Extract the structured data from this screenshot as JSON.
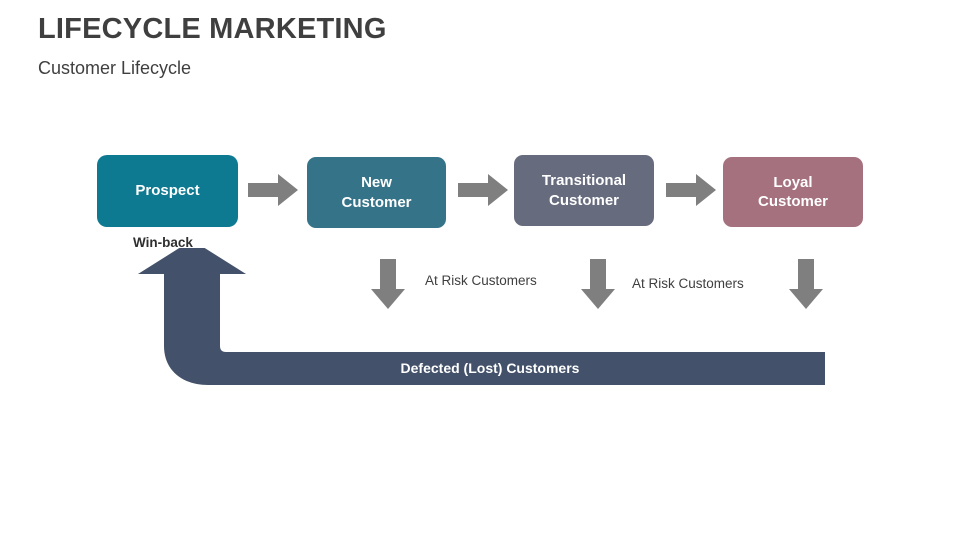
{
  "header": {
    "title": "LIFECYCLE MARKETING",
    "subtitle": "Customer Lifecycle"
  },
  "diagram": {
    "type": "process-flow",
    "stages": [
      {
        "id": "prospect",
        "label": "Prospect",
        "color": "#0d7a91"
      },
      {
        "id": "new-customer",
        "label": "New\nCustomer",
        "color": "#357488"
      },
      {
        "id": "transitional-customer",
        "label": "Transitional\nCustomer",
        "color": "#666b7e"
      },
      {
        "id": "loyal-customer",
        "label": "Loyal\nCustomer",
        "color": "#a5717e"
      }
    ],
    "connectors": [
      {
        "id": "connector-1",
        "icon": "arrow-right-icon",
        "color": "#7f7f7f"
      },
      {
        "id": "connector-2",
        "icon": "arrow-right-icon",
        "color": "#7f7f7f"
      },
      {
        "id": "connector-3",
        "icon": "arrow-right-icon",
        "color": "#7f7f7f"
      }
    ],
    "down_arrows": [
      {
        "id": "down-arrow-1",
        "icon": "arrow-down-icon",
        "color": "#7f7f7f"
      },
      {
        "id": "down-arrow-2",
        "icon": "arrow-down-icon",
        "color": "#7f7f7f"
      },
      {
        "id": "down-arrow-3",
        "icon": "arrow-down-icon",
        "color": "#7f7f7f"
      }
    ],
    "at_risk_labels": [
      {
        "id": "at-risk-label-1",
        "text": "At Risk Customers"
      },
      {
        "id": "at-risk-label-2",
        "text": "At Risk Customers"
      }
    ],
    "return_flow": {
      "icon": "arrow-u-turn-up-icon",
      "bar_label": "Defected (Lost) Customers",
      "head_label": "Win-back",
      "color": "#43526a"
    }
  },
  "colors": {
    "background": "#ffffff",
    "text_dark": "#3f3f3f",
    "arrow_gray": "#7f7f7f",
    "return_flow": "#43526a"
  }
}
